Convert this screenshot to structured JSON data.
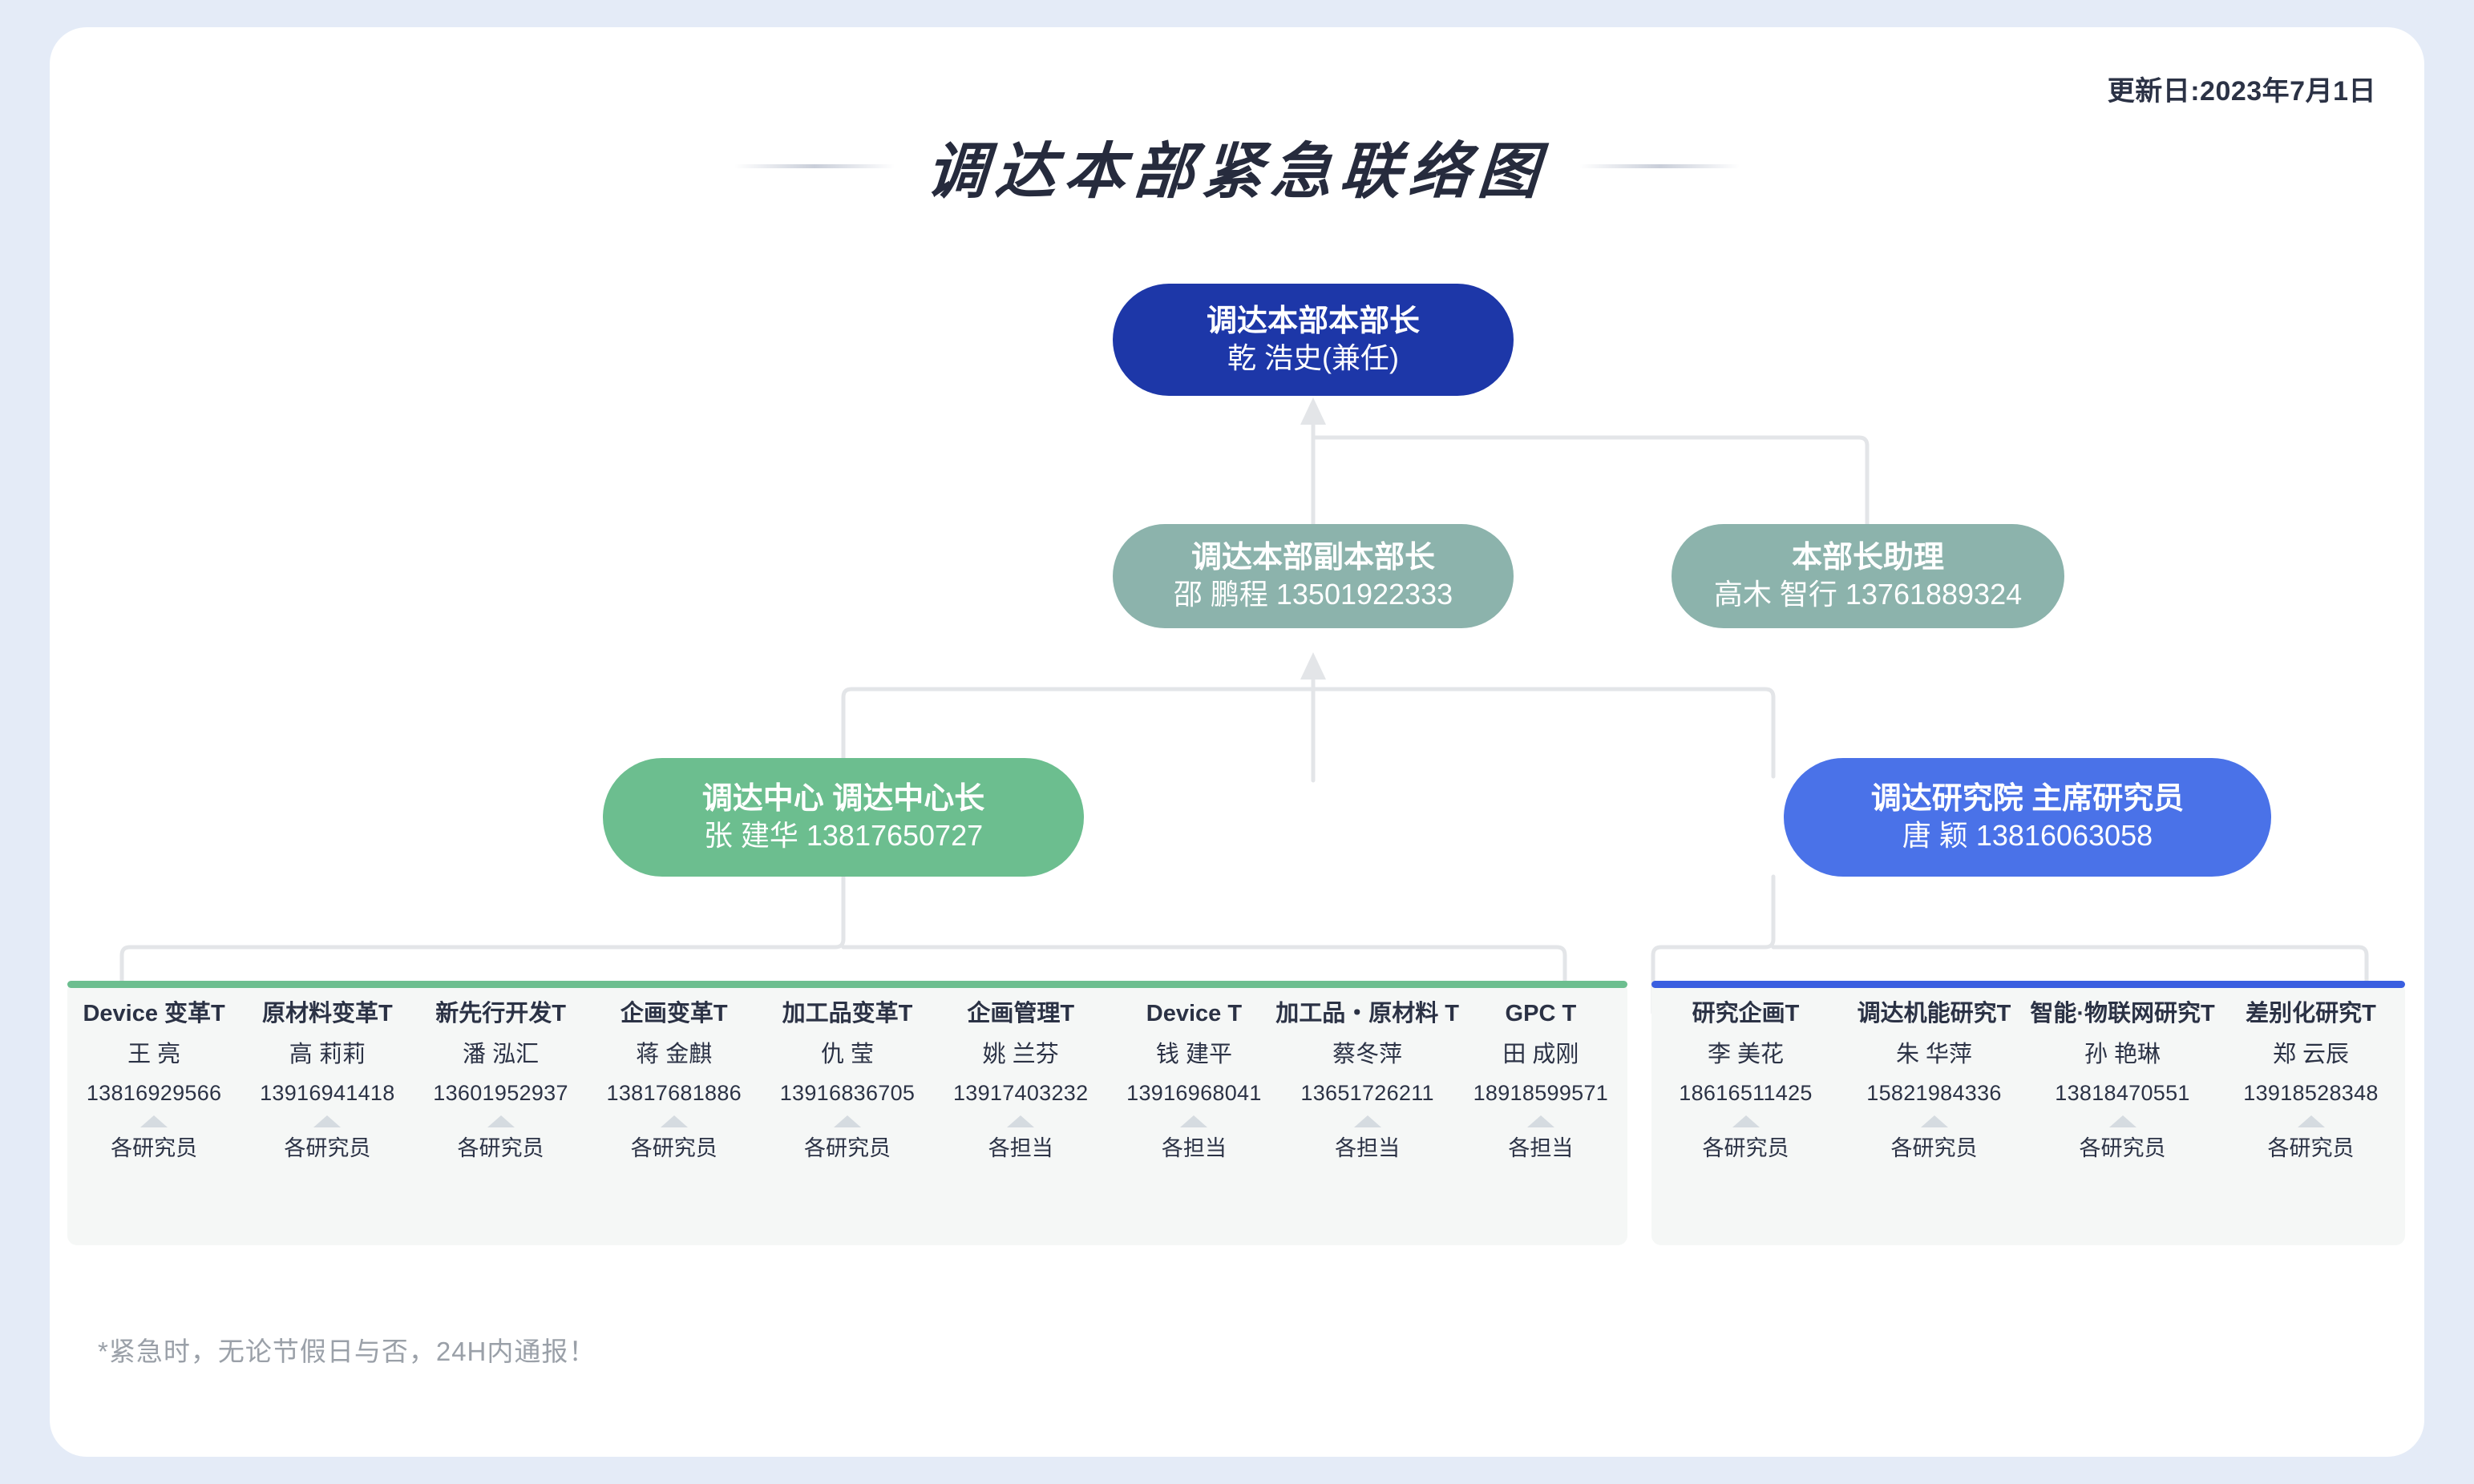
{
  "header": {
    "update_date": "更新日:2023年7月1日",
    "title": "调达本部紧急联络图"
  },
  "footer": {
    "note": "*紧急时，无论节假日与否，24H内通报！"
  },
  "colors": {
    "page_background": "#e4ebf7",
    "card_background": "#ffffff",
    "top_node": "#1d37a8",
    "second_level_node": "#8cb3ac",
    "procurement_center_node": "#6cbe8f",
    "research_institute_node": "#4a72e8",
    "panel_background": "#f5f7f6",
    "connector_line": "#e3e5e8",
    "text_dark": "#2b3245",
    "text_muted": "#9aa0a8"
  },
  "chart_data": {
    "type": "diagram",
    "title": "调达本部紧急联络图",
    "nodes": [
      {
        "id": "honbucho",
        "level": 1,
        "role": "调达本部本部长",
        "person": "乾 浩史(兼任)",
        "phone": "",
        "color": "#1d37a8"
      },
      {
        "id": "fuku-honbucho",
        "level": 2,
        "role": "调达本部副本部长",
        "person": "邵 鹏程 13501922333",
        "phone": "13501922333",
        "color": "#8cb3ac"
      },
      {
        "id": "honbucho-joli",
        "level": 2,
        "role": "本部长助理",
        "person": "高木 智行 13761889324",
        "phone": "13761889324",
        "color": "#8cb3ac"
      },
      {
        "id": "chodatsu-center",
        "level": 3,
        "role": "调达中心 调达中心长",
        "person": "张 建华 13817650727",
        "phone": "13817650727",
        "color": "#6cbe8f"
      },
      {
        "id": "kenkyuin",
        "level": 3,
        "role": "调达研究院 主席研究员",
        "person": "唐 颖 13816063058",
        "phone": "13816063058",
        "color": "#4a72e8"
      }
    ],
    "groups": [
      {
        "id": "center-group",
        "parent": "chodatsu-center",
        "accent_color": "#6cbe8f",
        "teams": [
          {
            "team": "Device 变革T",
            "person": "王 亮",
            "phone": "13816929566",
            "sub": "各研究员"
          },
          {
            "team": "原材料变革T",
            "person": "高 莉莉",
            "phone": "13916941418",
            "sub": "各研究员"
          },
          {
            "team": "新先行开发T",
            "person": "潘 泓汇",
            "phone": "13601952937",
            "sub": "各研究员"
          },
          {
            "team": "企画变革T",
            "person": "蒋 金麒",
            "phone": "13817681886",
            "sub": "各研究员"
          },
          {
            "team": "加工品变革T",
            "person": "仇 莹",
            "phone": "13916836705",
            "sub": "各研究员"
          },
          {
            "team": "企画管理T",
            "person": "姚 兰芬",
            "phone": "13917403232",
            "sub": "各担当"
          },
          {
            "team": "Device T",
            "person": "钱 建平",
            "phone": "13916968041",
            "sub": "各担当"
          },
          {
            "team": "加工品・原材料 T",
            "person": "蔡冬萍",
            "phone": "13651726211",
            "sub": "各担当"
          },
          {
            "team": "GPC T",
            "person": "田 成刚",
            "phone": "18918599571",
            "sub": "各担当"
          }
        ]
      },
      {
        "id": "research-group",
        "parent": "kenkyuin",
        "accent_color": "#3a5fe0",
        "teams": [
          {
            "team": "研究企画T",
            "person": "李 美花",
            "phone": "18616511425",
            "sub": "各研究员"
          },
          {
            "team": "调达机能研究T",
            "person": "朱 华萍",
            "phone": "15821984336",
            "sub": "各研究员"
          },
          {
            "team": "智能·物联网研究T",
            "person": "孙 艳琳",
            "phone": "13818470551",
            "sub": "各研究员"
          },
          {
            "team": "差别化研究T",
            "person": "郑 云辰",
            "phone": "13918528348",
            "sub": "各研究员"
          }
        ]
      }
    ]
  }
}
